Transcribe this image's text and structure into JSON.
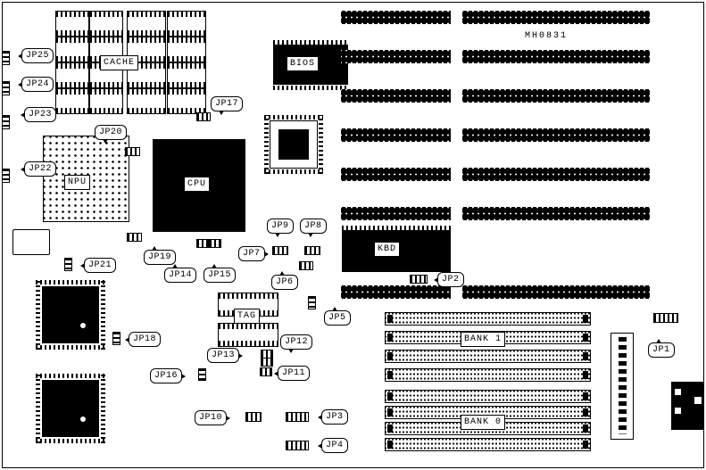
{
  "board": {
    "id_text": "MH0831",
    "component_labels": {
      "cache": "CACHE",
      "npu": "NPU",
      "cpu": "CPU",
      "bios": "BIOS",
      "kbd": "KBD",
      "tag": "TAG",
      "bank1": "BANK 1",
      "bank0": "BANK 0"
    },
    "jumper_labels": {
      "jp1": "JP1",
      "jp2": "JP2",
      "jp3": "JP3",
      "jp4": "JP4",
      "jp5": "JP5",
      "jp6": "JP6",
      "jp7": "JP7",
      "jp8": "JP8",
      "jp9": "JP9",
      "jp10": "JP10",
      "jp11": "JP11",
      "jp12": "JP12",
      "jp13": "JP13",
      "jp14": "JP14",
      "jp15": "JP15",
      "jp16": "JP16",
      "jp17": "JP17",
      "jp18": "JP18",
      "jp19": "JP19",
      "jp20": "JP20",
      "jp21": "JP21",
      "jp22": "JP22",
      "jp23": "JP23",
      "jp24": "JP24",
      "jp25": "JP25"
    }
  }
}
